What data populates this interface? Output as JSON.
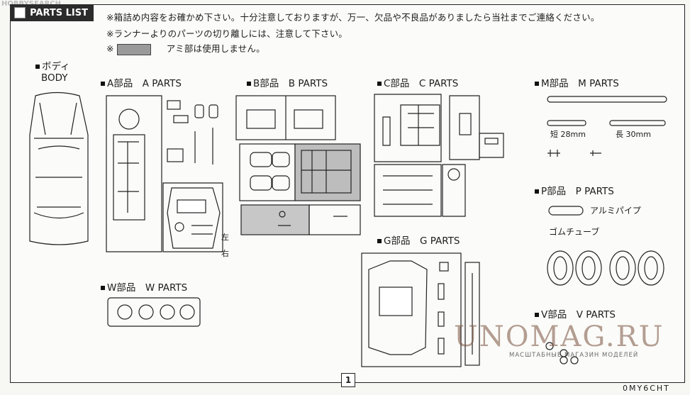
{
  "header": {
    "title": "PARTS LIST",
    "watermark": "HOBBYSEARCH",
    "notes": [
      "※箱詰め内容をお確かめ下さい。十分注意しておりますが、万一、欠品や不良品がありましたら当社までご連絡ください。",
      "※ランナーよりのパーツの切り離しには、注意して下さい。",
      "※",
      "アミ部は使用しません。"
    ]
  },
  "body": {
    "jp": "ボディ",
    "en": "BODY"
  },
  "sections": {
    "a": "A部品　A PARTS",
    "b": "B部品　B PARTS",
    "c": "C部品　C PARTS",
    "m": "M部品　M PARTS",
    "p": "P部品　P PARTS",
    "w": "W部品　W PARTS",
    "g": "G部品　G PARTS",
    "v": "V部品　V PARTS"
  },
  "m_parts": {
    "short": "短 28mm",
    "long": "長 30mm"
  },
  "p_parts": {
    "alu": "アルミパイプ",
    "rubber": "ゴムチューブ"
  },
  "a_labels": {
    "left": "左",
    "right": "右"
  },
  "watermark": {
    "main": "UNOMAG.RU",
    "sub": "МАСШТАБНЫЕ МАГАЗИН МОДЕЛЕЙ"
  },
  "footer": {
    "page": "1",
    "code": "0MY6CHT"
  }
}
